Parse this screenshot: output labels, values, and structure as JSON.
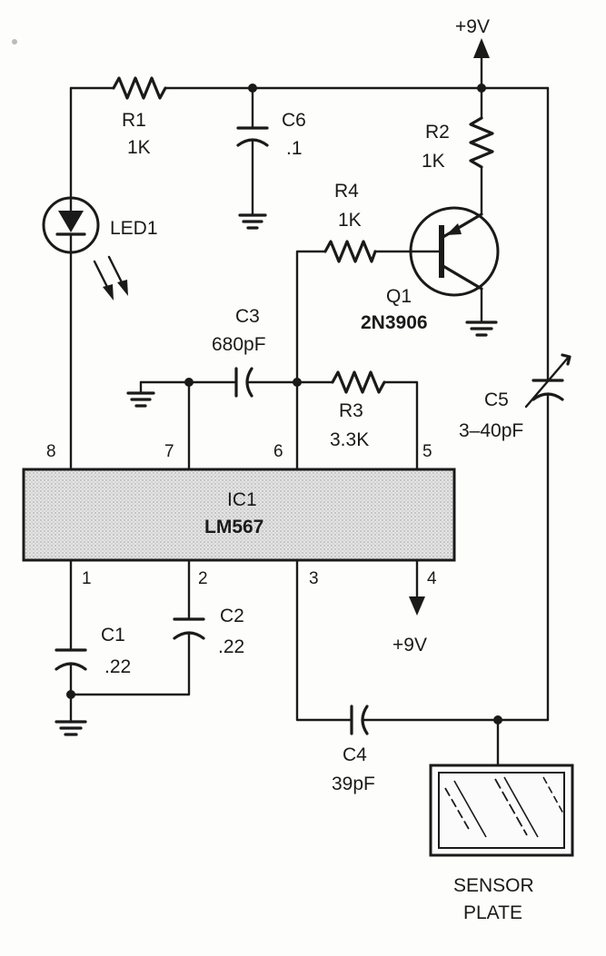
{
  "supply": {
    "top": "+9V",
    "pin4": "+9V"
  },
  "components": {
    "r1": {
      "ref": "R1",
      "value": "1K"
    },
    "c6": {
      "ref": "C6",
      "value": ".1"
    },
    "r2": {
      "ref": "R2",
      "value": "1K"
    },
    "r4": {
      "ref": "R4",
      "value": "1K"
    },
    "q1": {
      "ref": "Q1",
      "value": "2N3906"
    },
    "led1": {
      "ref": "LED1"
    },
    "c3": {
      "ref": "C3",
      "value": "680pF"
    },
    "r3": {
      "ref": "R3",
      "value": "3.3K"
    },
    "c5": {
      "ref": "C5",
      "value": "3–40pF"
    },
    "ic1": {
      "ref": "IC1",
      "value": "LM567"
    },
    "c1": {
      "ref": "C1",
      "value": ".22"
    },
    "c2": {
      "ref": "C2",
      "value": ".22"
    },
    "c4": {
      "ref": "C4",
      "value": "39pF"
    },
    "plate": {
      "line1": "SENSOR",
      "line2": "PLATE"
    }
  },
  "pins": [
    "1",
    "2",
    "3",
    "4",
    "5",
    "6",
    "7",
    "8"
  ],
  "colors": {
    "ink": "#1a1a1a",
    "ic_fill": "#dcdcdc",
    "paper": "#fdfdfc"
  }
}
